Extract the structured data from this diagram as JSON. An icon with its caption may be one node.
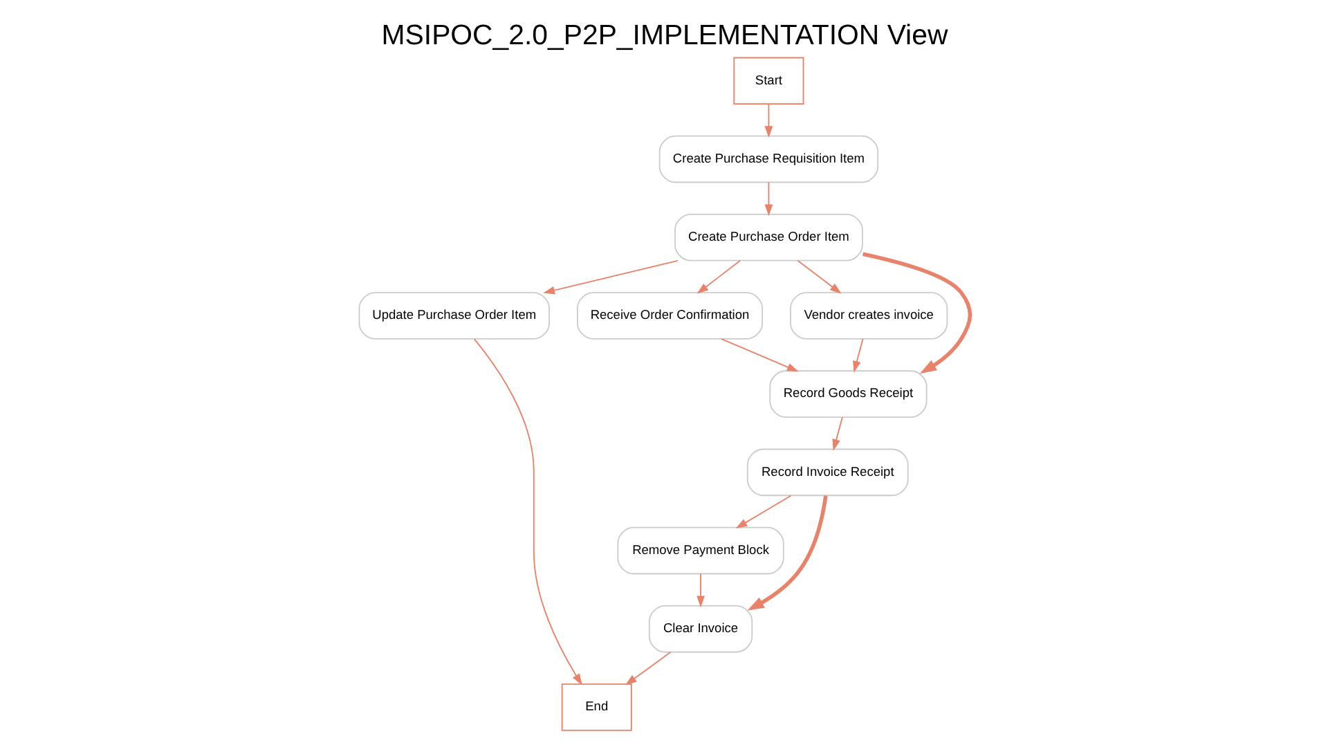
{
  "diagram": {
    "title": "MSIPOC_2.0_P2P_IMPLEMENTATION View",
    "nodes": [
      {
        "text": [
          "Start"
        ]
      },
      {
        "text": [
          "Create Purchase Requisition Item"
        ]
      },
      {
        "text": [
          "Create Purchase Order Item"
        ]
      },
      {
        "text": [
          "Update Purchase Order Item"
        ]
      },
      {
        "text": [
          "Receive Order Confirmation"
        ]
      },
      {
        "text": [
          "Vendor creates invoice"
        ]
      },
      {
        "text": [
          "Record Goods Receipt"
        ]
      },
      {
        "text": [
          "Record Invoice Receipt"
        ]
      },
      {
        "text": [
          "Remove Payment Block"
        ]
      },
      {
        "text": [
          "Clear Invoice"
        ]
      },
      {
        "text": [
          "End"
        ]
      }
    ],
    "edges": [
      {
        "from": 0,
        "to": 1,
        "arrow": "to"
      },
      {
        "from": 1,
        "to": 2,
        "arrow": "to"
      },
      {
        "from": 2,
        "to": 3,
        "arrow": "to"
      },
      {
        "from": 2,
        "to": 4,
        "arrow": "to"
      },
      {
        "from": 2,
        "to": 5,
        "arrow": "to"
      },
      {
        "from": 2,
        "to": 6,
        "arrow": "to",
        "style": "thick"
      },
      {
        "from": 4,
        "to": 6,
        "arrow": "to"
      },
      {
        "from": 5,
        "to": 6,
        "arrow": "to"
      },
      {
        "from": 6,
        "to": 7,
        "arrow": "to"
      },
      {
        "from": 7,
        "to": 8,
        "arrow": "to"
      },
      {
        "from": 7,
        "to": 9,
        "arrow": "to",
        "style": "thick"
      },
      {
        "from": 8,
        "to": 9,
        "arrow": "to"
      },
      {
        "from": 3,
        "to": 10,
        "arrow": "to"
      },
      {
        "from": 9,
        "to": 10,
        "arrow": "to"
      }
    ]
  }
}
